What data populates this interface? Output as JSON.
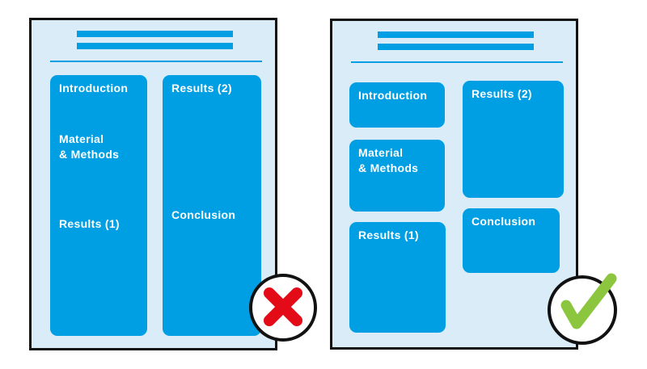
{
  "figure": {
    "description_icons": {
      "wrong_badge": "x-mark-icon",
      "correct_badge": "check-mark-icon"
    },
    "colors": {
      "panel_blue": "#009fe3",
      "poster_background": "#d9ecf8",
      "outline_black": "#121212",
      "cross_red": "#e30b17",
      "check_green": "#8cc63f",
      "label_white": "#ffffff"
    }
  },
  "wrong_poster": {
    "left_column": {
      "introduction": "Introduction",
      "methods_line_1": "Material",
      "methods_line_2": "& Methods",
      "results_1": "Results (1)"
    },
    "right_column": {
      "results_2": "Results (2)",
      "conclusion": "Conclusion"
    }
  },
  "correct_poster": {
    "boxes": {
      "introduction": "Introduction",
      "methods_line_1": "Material",
      "methods_line_2": "& Methods",
      "results_1": "Results (1)",
      "results_2": "Results (2)",
      "conclusion": "Conclusion"
    }
  }
}
